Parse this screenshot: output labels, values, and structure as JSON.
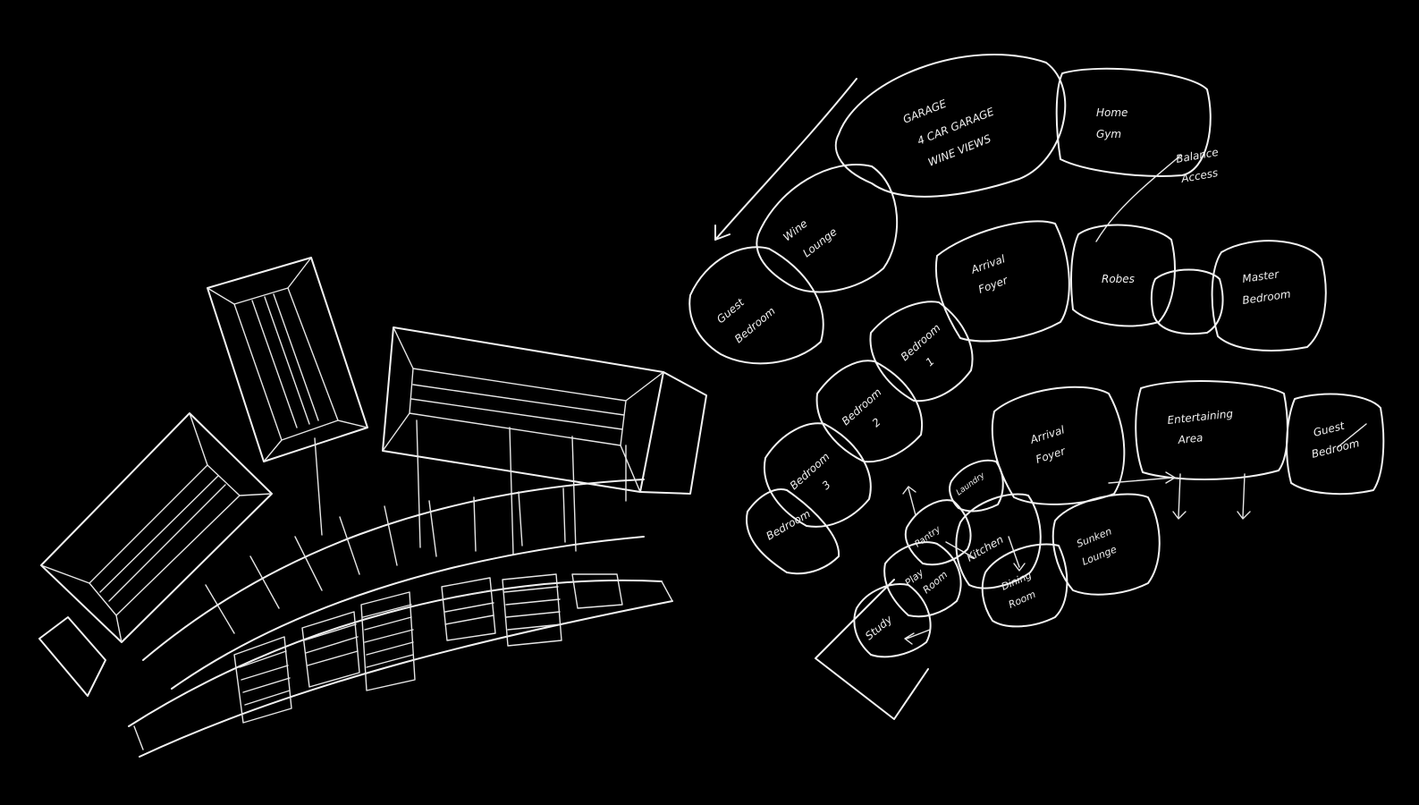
{
  "canvas": {
    "background": "#000000",
    "ink": "#f2f2f2"
  },
  "rooms": {
    "garage": [
      "GARAGE",
      "4 CAR GARAGE",
      "WINE VIEWS"
    ],
    "home_gym": [
      "Home",
      "Gym"
    ],
    "wine_lounge": [
      "Wine",
      "Lounge"
    ],
    "guest_bedroom_1": [
      "Guest",
      "Bedroom"
    ],
    "arrival_foyer_upper": [
      "Arrival",
      "Foyer"
    ],
    "robes": [
      "Robes"
    ],
    "master_bedroom": [
      "Master",
      "Bedroom"
    ],
    "bedroom_1": [
      "Bedroom",
      "1"
    ],
    "bedroom_2": [
      "Bedroom",
      "2"
    ],
    "bedroom_3": [
      "Bedroom",
      "3"
    ],
    "bedroom_4": [
      "Bedroom"
    ],
    "arrival_foyer_lower": [
      "Arrival",
      "Foyer"
    ],
    "entertaining_area": [
      "Entertaining",
      "Area"
    ],
    "guest_bedroom_2": [
      "Guest",
      "Bedroom"
    ],
    "laundry": [
      "Laundry"
    ],
    "pantry": [
      "Pantry"
    ],
    "kitchen": [
      "Kitchen"
    ],
    "dining_room": [
      "Dining",
      "Room"
    ],
    "sunken_lounge": [
      "Sunken",
      "Lounge"
    ],
    "play_room": [
      "Play",
      "Room"
    ],
    "study": [
      "Study"
    ]
  },
  "notes": {
    "balance_access": [
      "Balance",
      "Access"
    ]
  }
}
